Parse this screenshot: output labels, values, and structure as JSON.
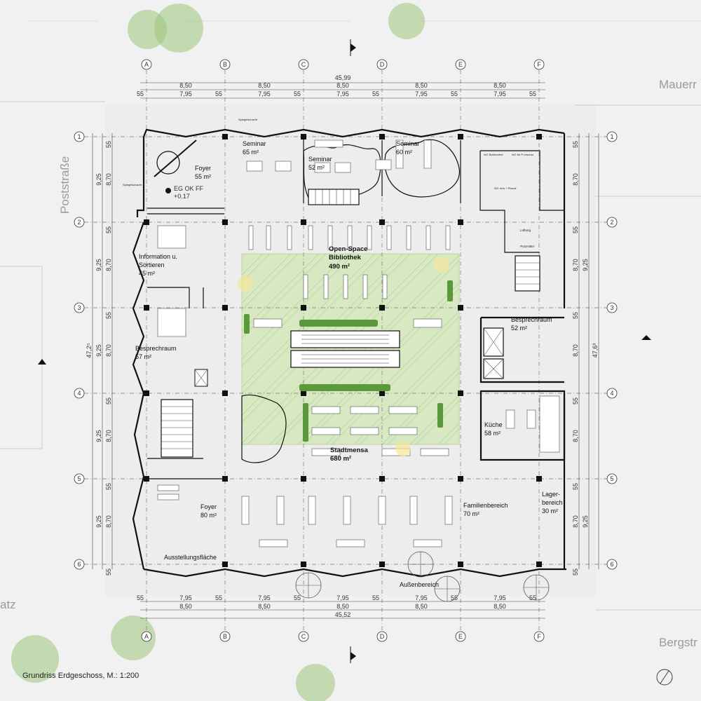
{
  "caption": "Grundriss Erdgeschoss, M.: 1:200",
  "streets": [
    "Poststraße",
    "Mauerr",
    "Bergstr",
    "atz"
  ],
  "axes": {
    "columns": [
      "A",
      "B",
      "C",
      "D",
      "E",
      "F"
    ],
    "rows": [
      "1",
      "2",
      "3",
      "4",
      "5",
      "6"
    ]
  },
  "dimensions": {
    "top_total": "45,99",
    "bottom_total": "45,52",
    "left_total": "47,2⁵",
    "right_total": "47,6³",
    "bay_x": "8,50",
    "clear_x": "7,95",
    "half_col": "55",
    "bay_y_left": "9,25",
    "clear_y_left": "8,70",
    "clear_y_right": "8,70",
    "bay_y_right": "9,25"
  },
  "level_mark": {
    "label": "EG OK FF",
    "value": "+0.17"
  },
  "rooms": {
    "foyer_top": {
      "name": "Foyer",
      "area": "55 m²"
    },
    "seminar1": {
      "name": "Seminar",
      "area": "65 m²"
    },
    "seminar2": {
      "name": "Seminar",
      "area": "52 m²"
    },
    "seminar3": {
      "name": "Seminar",
      "area": "60 m²"
    },
    "info": {
      "name1": "Information u.",
      "name2": "Sortieren",
      "area": "45 m²"
    },
    "library": {
      "name1": "Open-Space",
      "name2": "Bibliothek",
      "area": "490 m²"
    },
    "besp_left": {
      "name": "Besprechraum",
      "area": "57 m²"
    },
    "besp_right": {
      "name": "Besprechraum",
      "area": "52 m²"
    },
    "mensa": {
      "name": "Stadtmensa",
      "area": "680 m²"
    },
    "kueche": {
      "name": "Küche",
      "area": "58 m²"
    },
    "foyer_bottom": {
      "name": "Foyer",
      "area": "80 m²"
    },
    "familie": {
      "name": "Familienbereich",
      "area": "70 m²"
    },
    "lager": {
      "name1": "Lager-",
      "name2": "bereich",
      "area": "30 m²"
    },
    "ausstellung": {
      "name": "Ausstellungsfläche"
    },
    "aussen": {
      "name": "Außenbereich"
    }
  },
  "small_labels": {
    "lueftung": "Lüftung",
    "putzmittel": "Putzmittel",
    "wc1": "WC Barrierefrei",
    "wc2": "WC für P·ersonal",
    "wc3": "WC m/w + Pissoir",
    "spiegel1": "Spiegelschacht",
    "spiegel2": "Spiegelschacht"
  }
}
